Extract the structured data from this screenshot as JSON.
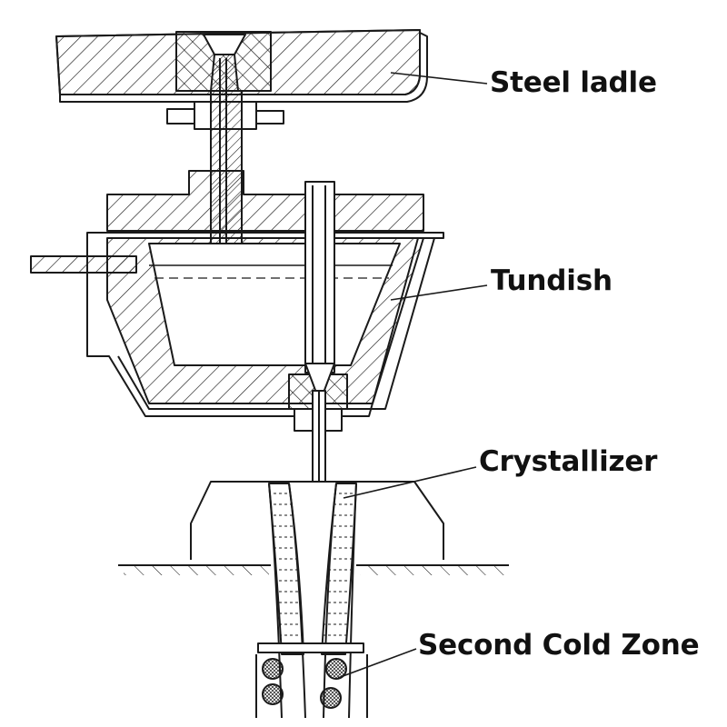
{
  "labels": {
    "steel_ladle": "Steel ladle",
    "tundish": "Tundish",
    "crystallizer": "Crystallizer",
    "second_cold_zone": "Second Cold Zone"
  },
  "colors": {
    "line": "#1a1a1a",
    "background": "#ffffff"
  }
}
